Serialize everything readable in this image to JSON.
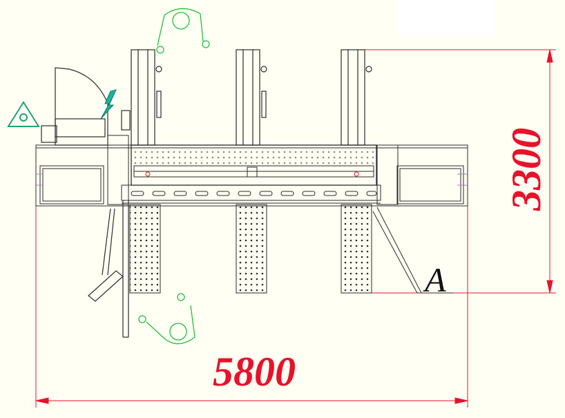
{
  "drawing": {
    "dimension_width": "5800",
    "dimension_height": "3300",
    "detail_label": "A"
  },
  "colors": {
    "background": "#fffff4",
    "line": "#2a2a2a",
    "dimension": "#e8122a",
    "operator": "#1fbf3a",
    "warning": "#1aa37a",
    "warning_fill": "#19b39e"
  },
  "icons": [
    "operator-figure-icon",
    "warning-triangle-icon",
    "lightning-icon"
  ]
}
